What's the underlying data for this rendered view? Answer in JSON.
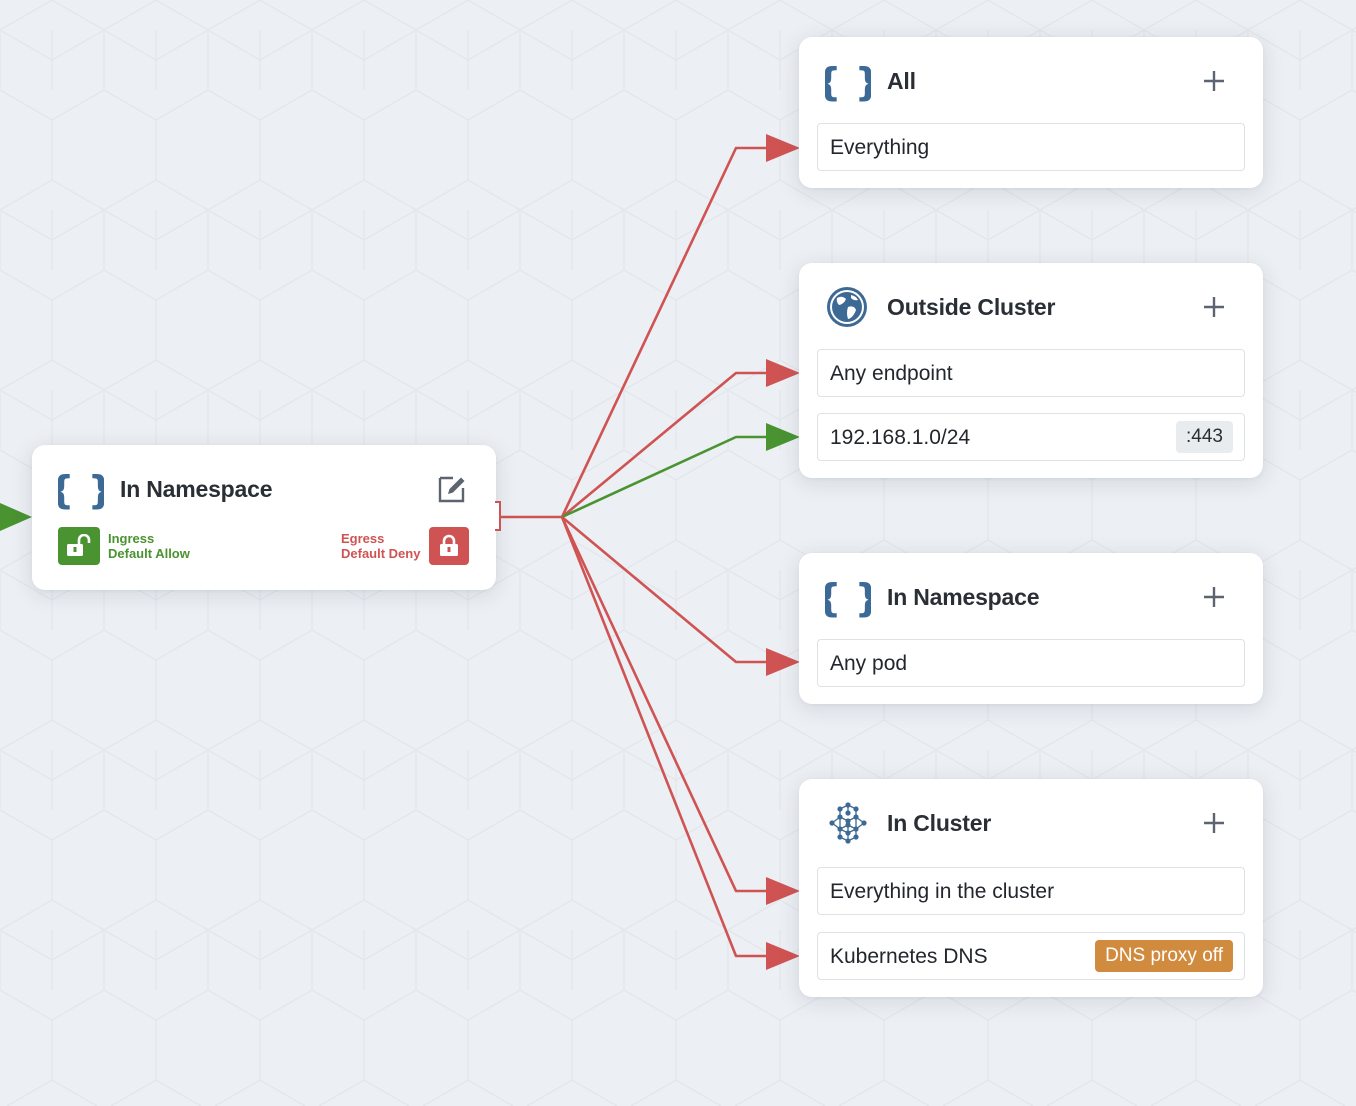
{
  "colors": {
    "background": "#eceff3",
    "deny": "#d05353",
    "allow": "#4a9331",
    "brand_blue": "#3d6a95",
    "warning": "#d18b3e"
  },
  "source": {
    "title": "In Namespace",
    "icon": "braces-icon",
    "ingress": {
      "label": "Ingress",
      "value": "Default Allow",
      "icon": "unlock-icon",
      "color": "#4a9331"
    },
    "egress": {
      "label": "Egress",
      "value": "Default Deny",
      "icon": "lock-icon",
      "color": "#d05353"
    },
    "edit_icon": "edit-icon"
  },
  "targets": [
    {
      "title": "All",
      "icon": "braces-icon",
      "rows": [
        {
          "label": "Everything"
        }
      ]
    },
    {
      "title": "Outside Cluster",
      "icon": "globe-icon",
      "rows": [
        {
          "label": "Any endpoint"
        },
        {
          "label": "192.168.1.0/24",
          "tag": ":443"
        }
      ]
    },
    {
      "title": "In Namespace",
      "icon": "braces-icon",
      "rows": [
        {
          "label": "Any pod"
        }
      ]
    },
    {
      "title": "In Cluster",
      "icon": "cluster-icon",
      "rows": [
        {
          "label": "Everything in the cluster"
        },
        {
          "label": "Kubernetes DNS",
          "tag": "DNS proxy off"
        }
      ]
    }
  ],
  "edges": [
    {
      "from": "egress",
      "to": "Everything",
      "status": "deny"
    },
    {
      "from": "egress",
      "to": "Any endpoint",
      "status": "deny"
    },
    {
      "from": "egress",
      "to": "192.168.1.0/24",
      "status": "allow"
    },
    {
      "from": "egress",
      "to": "Any pod",
      "status": "deny"
    },
    {
      "from": "egress",
      "to": "Everything in the cluster",
      "status": "deny"
    },
    {
      "from": "egress",
      "to": "Kubernetes DNS",
      "status": "deny"
    }
  ]
}
